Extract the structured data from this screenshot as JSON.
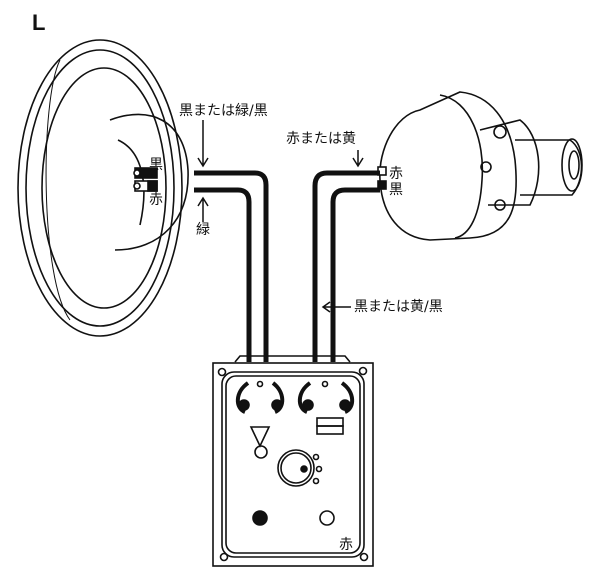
{
  "title": "L",
  "woofer": {
    "terminal_top": "黒",
    "terminal_bottom": "赤"
  },
  "wires": {
    "woofer_upper_label": "黒または緑/黒",
    "woofer_lower_label": "緑",
    "tweeter_upper_label": "赤または黄",
    "tweeter_lower_label": "黒または黄/黒"
  },
  "tweeter": {
    "terminal_top": "赤",
    "terminal_bottom": "黒"
  },
  "network": {
    "corner_label": "赤"
  }
}
